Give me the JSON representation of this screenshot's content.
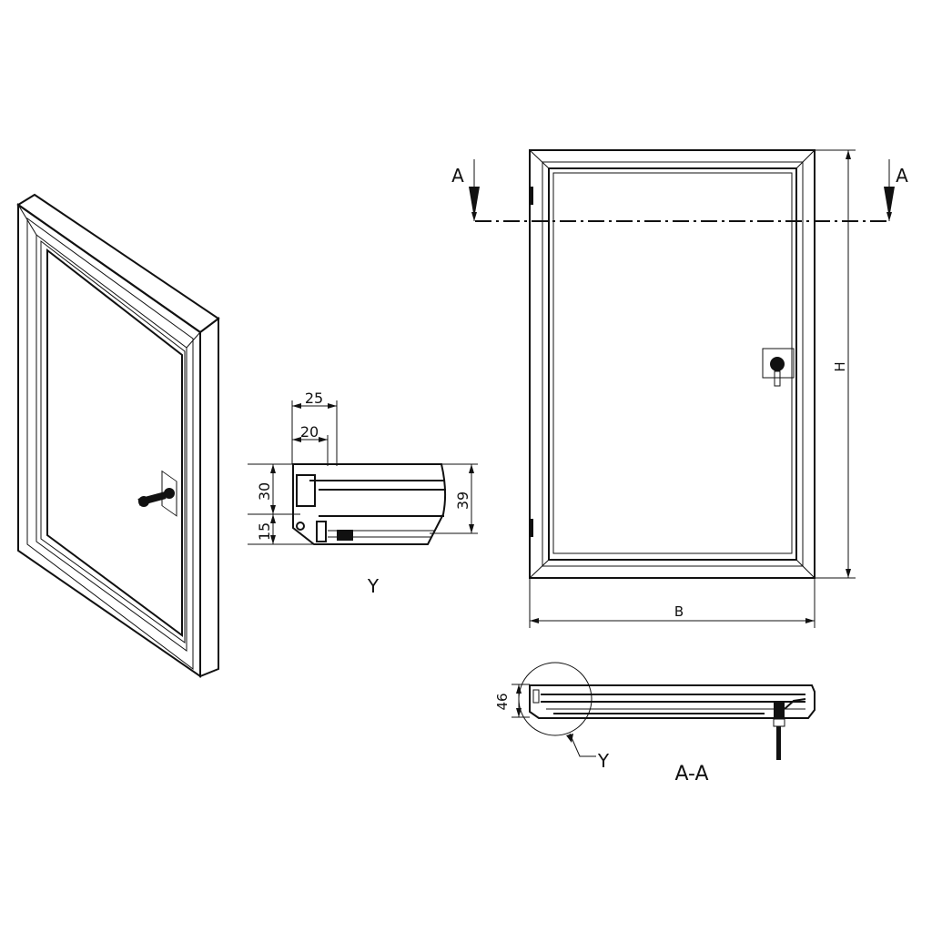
{
  "drawing": {
    "section_marker_left": "A",
    "section_marker_right": "A",
    "dim_height": "H",
    "dim_width": "B",
    "detail": {
      "label": "Y",
      "dim_25": "25",
      "dim_20": "20",
      "dim_30": "30",
      "dim_15": "15",
      "dim_39": "39"
    },
    "section": {
      "label": "A-A",
      "dim_46": "46",
      "detail_ref": "Y"
    },
    "line_color": "#111111"
  }
}
